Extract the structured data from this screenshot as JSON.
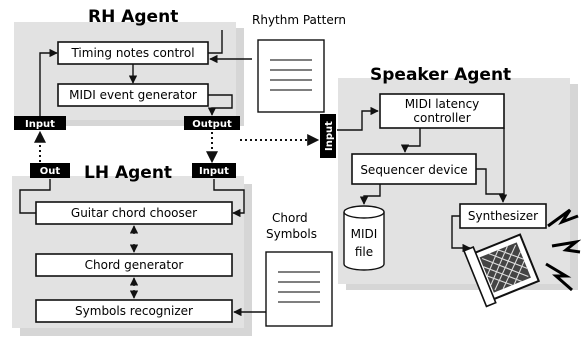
{
  "rh_agent": {
    "title": "RH Agent",
    "timing_box": "Timing notes control",
    "midi_box": "MIDI event generator",
    "input_tag": "Input",
    "output_tag": "Output"
  },
  "lh_agent": {
    "title": "LH Agent",
    "out_tag": "Out",
    "input_tag": "Input",
    "guitar_box": "Guitar chord chooser",
    "chord_gen_box": "Chord generator",
    "symbols_box": "Symbols recognizer"
  },
  "speaker_agent": {
    "title": "Speaker Agent",
    "input_tag": "Input",
    "latency_line1": "MIDI latency",
    "latency_line2": "controller",
    "sequencer_box": "Sequencer device",
    "synth_box": "Synthesizer",
    "midi_file_line1": "MIDI",
    "midi_file_line2": "file"
  },
  "documents": {
    "rhythm_pattern": "Rhythm Pattern",
    "chord_symbols_line1": "Chord",
    "chord_symbols_line2": "Symbols"
  },
  "colors": {
    "panel": "#d6d6d6",
    "tag": "#000000"
  },
  "icons": [
    "speaker-icon"
  ]
}
